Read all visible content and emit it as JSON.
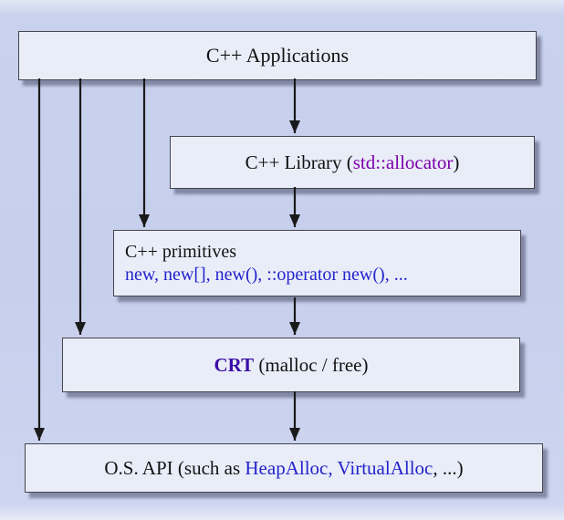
{
  "boxes": {
    "applications": {
      "label": "C++ Applications"
    },
    "library": {
      "prefix": "C++ Library (",
      "allocator": "std::allocator",
      "suffix": ")"
    },
    "primitives": {
      "line1": "C++ primitives",
      "line2": "new, new[], new(), ::operator new(), ..."
    },
    "crt": {
      "name": "CRT",
      "rest": " (malloc / free)"
    },
    "os_api": {
      "prefix": "O.S. API (such as ",
      "heapalloc": "HeapAlloc",
      "separator": ", ",
      "virtualalloc": "VirtualAlloc",
      "suffix": ", ...)"
    }
  },
  "colors": {
    "background": "#c8d1ed",
    "box_background": "#e9edf8",
    "box_border": "#44444e",
    "box_shadow": "#2d304b",
    "arrow": "#1a1a1a",
    "text": "#121212",
    "allocator_purple": "#7d00aa",
    "keyword_blue": "#2323cc",
    "crt_blue": "#3a0ca8"
  }
}
